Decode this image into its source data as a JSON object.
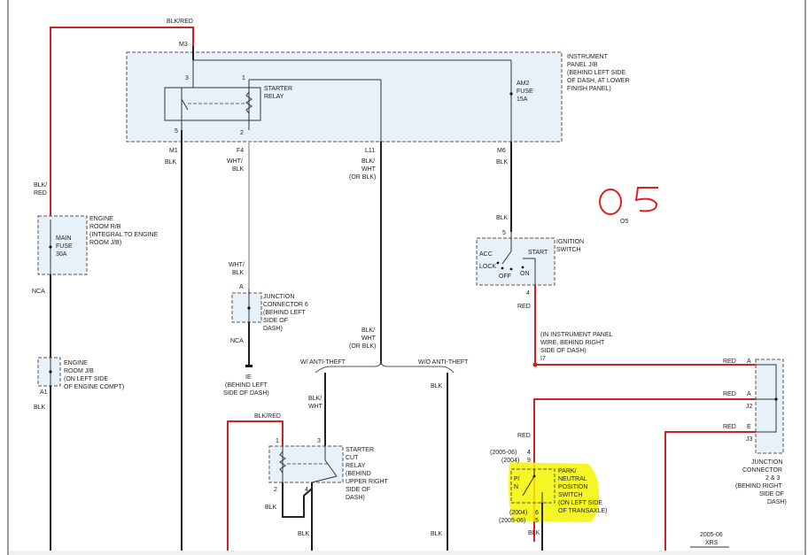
{
  "wire_colors": {
    "black": "#222222",
    "red": "#d42020",
    "gray": "#b9b9b9"
  },
  "highlight_color": "#f5f500",
  "annotation_color": "#e02020",
  "handwritten_note": "O5",
  "top": {
    "wire": "BLK/RED",
    "pin": "M3"
  },
  "ipjb": {
    "lines": [
      "INSTRUMENT",
      "PANEL J/B",
      "(BEHIND LEFT SIDE",
      "OF DASH, AT LOWER",
      "FINISH PANEL)"
    ]
  },
  "starter_relay": {
    "lines": [
      "STARTER",
      "RELAY"
    ],
    "pin3": "3",
    "pin1": "1",
    "pin5": "5",
    "pin2": "2"
  },
  "am2": {
    "lines": [
      "AM2",
      "FUSE",
      "15A"
    ]
  },
  "pins": {
    "m1": "M1",
    "f4": "F4",
    "l11": "L11",
    "m6": "M6"
  },
  "labels": {
    "m1_wire": "BLK",
    "f4_wire": [
      "WHT/",
      "BLK"
    ],
    "l11_wire": [
      "BLK/",
      "WHT",
      "(OR BLK)"
    ],
    "m6_wire": "BLK",
    "left_wire": [
      "BLK/",
      "RED"
    ],
    "ign_in_wire": "BLK",
    "f4_wire2": [
      "WHT/",
      "BLK"
    ],
    "nca1": "NCA",
    "nca2": "NCA",
    "ie": "IE",
    "ie_loc": [
      "(BEHIND LEFT",
      "SIDE OF DASH)"
    ],
    "l11_wire2": [
      "BLK/",
      "WHT",
      "(OR BLK)"
    ],
    "anti_theft": "W/ ANTI-THEFT",
    "no_anti_theft": "W/O ANTI-THEFT",
    "blk_wht": [
      "BLK/",
      "WHT"
    ],
    "right_blk": "BLK",
    "a1_pin": "A1",
    "a1_wire": "BLK",
    "blk_red2": "BLK/RED",
    "scr_blk": "BLK",
    "scr_blk2": "BLK",
    "bottom_blk": "BLK",
    "ign_red": "RED",
    "in_panel": [
      "(IN INSTRUMENT PANEL",
      "WIRE, BEHIND RIGHT",
      "SIDE OF DASH)"
    ],
    "i7": "I7",
    "red1": "RED",
    "red2": "RED",
    "red3": "RED",
    "red4": "RED",
    "xrs": [
      "2005-06",
      "XRS"
    ]
  },
  "engine_rb": {
    "lines": [
      "ENGINE",
      "ROOM R/B",
      "(INTEGRAL TO ENGINE",
      "ROOM J/B)"
    ],
    "fuse": [
      "MAIN",
      "FUSE",
      "30A"
    ]
  },
  "engine_jb": {
    "lines": [
      "ENGINE",
      "ROOM J/B",
      "(ON LEFT SIDE",
      "OF ENGINE COMPT)"
    ]
  },
  "junction6": {
    "lines": [
      "JUNCTION",
      "CONNECTOR 6",
      "(BEHIND LEFT",
      "SIDE OF",
      "DASH)"
    ],
    "pin": "A"
  },
  "ignition": {
    "lines": [
      "IGNITION",
      "SWITCH"
    ],
    "acc": "ACC",
    "lock": "LOCK",
    "off": "OFF",
    "on": "ON",
    "start": "START",
    "pin5": "5",
    "pin4": "4"
  },
  "starter_cut": {
    "lines": [
      "STARTER",
      "CUT",
      "RELAY",
      "(BEHIND",
      "UPPER RIGHT",
      "SIDE OF",
      "DASH)"
    ],
    "pin1": "1",
    "pin3": "3",
    "pin2": "2",
    "pin4": "4"
  },
  "pnp": {
    "lines": [
      "PARK/",
      "NEUTRAL",
      "POSITION",
      "SWITCH",
      "(ON LEFT SIDE",
      "OF TRANSAXLE)"
    ],
    "pn": [
      "P/",
      "N"
    ],
    "y1": "(2005-06)",
    "y2": "(2004)",
    "p9": "9",
    "p4": "4",
    "y3": "(2004)",
    "y4": "(2005-06)",
    "p6": "6",
    "p5": "5"
  },
  "jc23": {
    "lines": [
      "JUNCTION",
      "CONNECTOR",
      "2 & 3",
      "(BEHIND RIGHT",
      "SIDE OF",
      "DASH)"
    ],
    "a1": "A",
    "a2": "A",
    "e": "E",
    "j2": "J2",
    "j3": "J3"
  }
}
